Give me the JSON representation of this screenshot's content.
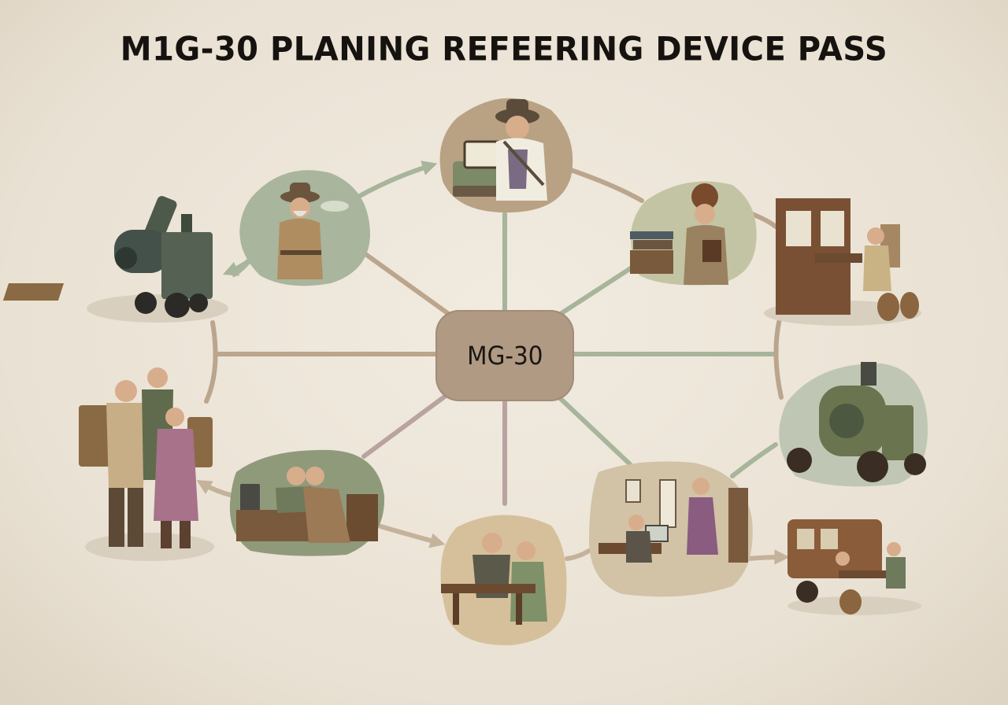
{
  "title": "M1G-30 PLANING REFEERING DEVICE PASS",
  "hub": {
    "label": "MG-30"
  },
  "colors": {
    "paper": "#ede6da",
    "hub": "#b09a84",
    "spoke_tan": "#bba58c",
    "spoke_green": "#a7b59a",
    "spoke_mauve": "#b9a3a0",
    "arrow": "#c4b29b",
    "title": "#15120f"
  },
  "nodes": [
    {
      "id": "top",
      "icon": "typewriter-operator-icon"
    },
    {
      "id": "upper-left",
      "icon": "officer-in-greatcoat-icon"
    },
    {
      "id": "far-left-top",
      "icon": "steam-locomotive-icon"
    },
    {
      "id": "far-left-mid",
      "icon": "soldiers-with-woman-icon"
    },
    {
      "id": "lower-left",
      "icon": "clerks-at-desk-icon"
    },
    {
      "id": "bottom",
      "icon": "couple-at-table-icon"
    },
    {
      "id": "lower-right",
      "icon": "office-workers-icon"
    },
    {
      "id": "far-right-bottom",
      "icon": "wagon-workshop-icon"
    },
    {
      "id": "far-right-mid",
      "icon": "steam-engine-icon"
    },
    {
      "id": "far-right-top",
      "icon": "writing-desk-icon"
    },
    {
      "id": "upper-right",
      "icon": "woman-with-book-icon"
    }
  ]
}
